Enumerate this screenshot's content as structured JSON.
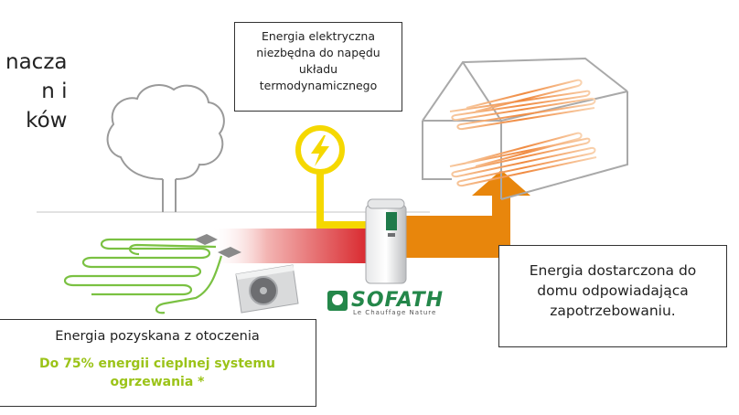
{
  "partial_text": {
    "line1": "nacza",
    "line2": "n i",
    "line3": "ków"
  },
  "electric_box": {
    "line1": "Energia elektryczna",
    "line2": "niezbędna do napędu",
    "line3": "układu",
    "line4": "termodynamicznego"
  },
  "delivered_box": {
    "line1": "Energia dostarczona do",
    "line2": "domu odpowiadająca",
    "line3": "zapotrzebowaniu."
  },
  "ambient_box": {
    "title": "Energia pozyskana z otoczenia",
    "highlight_line1": "Do 75% energii cieplnej systemu",
    "highlight_line2": "ogrzewania *"
  },
  "brand": {
    "name": "SOFATH",
    "tagline": "Le Chauffage Nature"
  },
  "icons": [
    "tree-icon",
    "lightning-icon",
    "house-icon",
    "heat-pump-icon",
    "outdoor-unit-icon"
  ],
  "colors": {
    "ground_loop": "#7ac142",
    "electric_yellow": "#f5d800",
    "heat_red": "#d8242a",
    "heat_orange": "#e8860c",
    "brand_green": "#24874a",
    "highlight_green": "#9bc318"
  }
}
